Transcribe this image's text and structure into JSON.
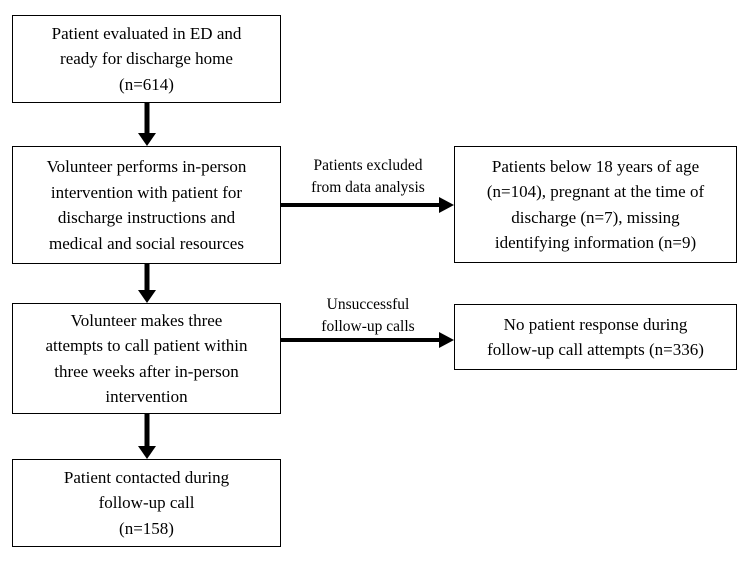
{
  "boxes": {
    "box1": [
      "Patient evaluated in ED and",
      "ready for discharge home",
      "(n=614)"
    ],
    "box2": [
      "Volunteer performs in-person",
      "intervention with patient for",
      "discharge instructions and",
      "medical and social resources"
    ],
    "box3": [
      "Volunteer makes three",
      "attempts to call patient within",
      "three weeks after in-person",
      "intervention"
    ],
    "box4": [
      "Patient contacted during",
      "follow-up call",
      "(n=158)"
    ],
    "exclusion": [
      "Patients below 18 years of age",
      "(n=104), pregnant at the time of",
      "discharge (n=7), missing",
      "identifying information (n=9)"
    ],
    "no_response": [
      "No patient response during",
      "follow-up call attempts (n=336)"
    ]
  },
  "arrow_labels": {
    "excluded": [
      "Patients excluded",
      "from data analysis"
    ],
    "unsuccessful": [
      "Unsuccessful",
      "follow-up calls"
    ]
  }
}
